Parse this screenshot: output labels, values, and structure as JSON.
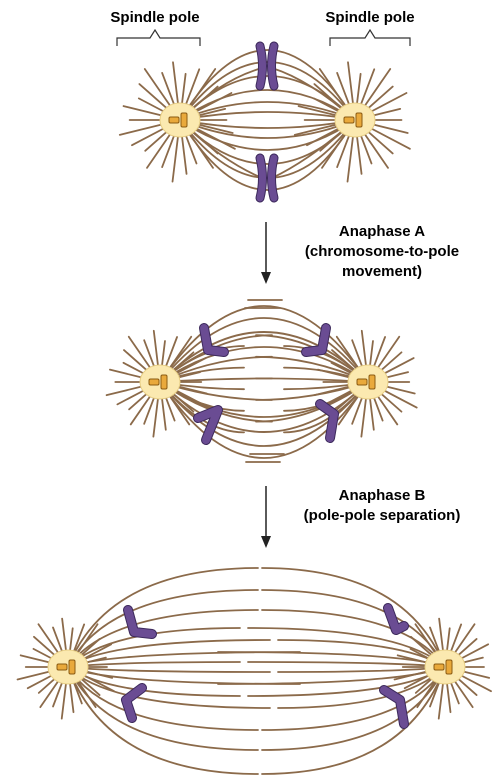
{
  "labels": {
    "spindle_pole_left": "Spindle pole",
    "spindle_pole_right": "Spindle pole"
  },
  "steps": [
    {
      "title": "Anaphase A",
      "subtitle_1": "(chromosome-to-pole",
      "subtitle_2": "movement)"
    },
    {
      "title": "Anaphase B",
      "subtitle_1": "(pole-pole separation)"
    }
  ],
  "colors": {
    "microtubule": "#8b6a4a",
    "chromosome": "#6a4c93",
    "chromosome_edge": "#3d2a5c",
    "pole_halo": "#fbe9b0",
    "centriole": "#e9a93b",
    "centriole_edge": "#8a5a12",
    "arrow": "#222222"
  }
}
